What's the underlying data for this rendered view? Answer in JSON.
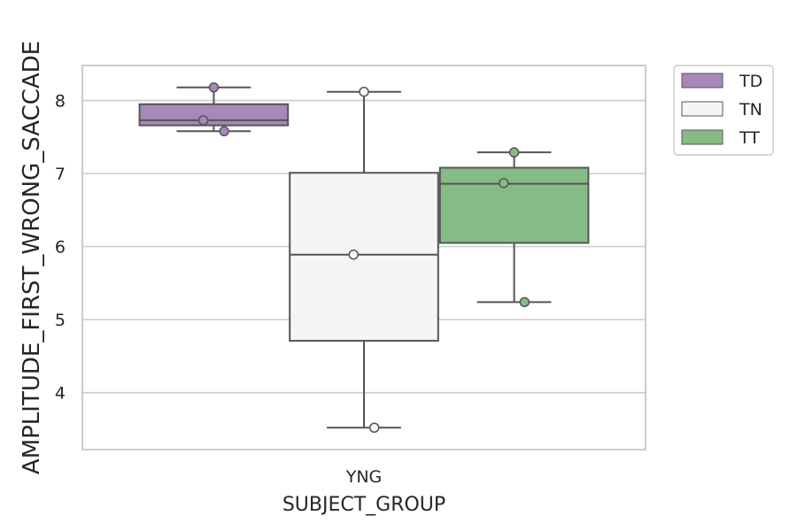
{
  "chart_data": {
    "type": "box",
    "xlabel": "SUBJECT_GROUP",
    "ylabel": "AMPLITUDE_FIRST_WRONG_SACCADE",
    "categories": [
      "YNG"
    ],
    "ylim": [
      3.22,
      8.48
    ],
    "yticks": [
      4,
      5,
      6,
      7,
      8
    ],
    "grid": true,
    "legend_position": "outside-top-right",
    "series": [
      {
        "name": "TD",
        "color": "#a887b9",
        "box": {
          "whisker_low": 7.58,
          "q1": 7.66,
          "median": 7.73,
          "q3": 7.95,
          "whisker_high": 8.18
        },
        "points": [
          8.18,
          7.73,
          7.58
        ]
      },
      {
        "name": "TN",
        "color": "#f5f5f5",
        "box": {
          "whisker_low": 3.52,
          "q1": 4.71,
          "median": 5.89,
          "q3": 7.01,
          "whisker_high": 8.12
        },
        "points": [
          8.12,
          5.89,
          3.52
        ]
      },
      {
        "name": "TT",
        "color": "#87bb86",
        "box": {
          "whisker_low": 5.24,
          "q1": 6.05,
          "median": 6.86,
          "q3": 7.08,
          "whisker_high": 7.29
        },
        "points": [
          7.29,
          6.87,
          5.24
        ]
      }
    ]
  }
}
